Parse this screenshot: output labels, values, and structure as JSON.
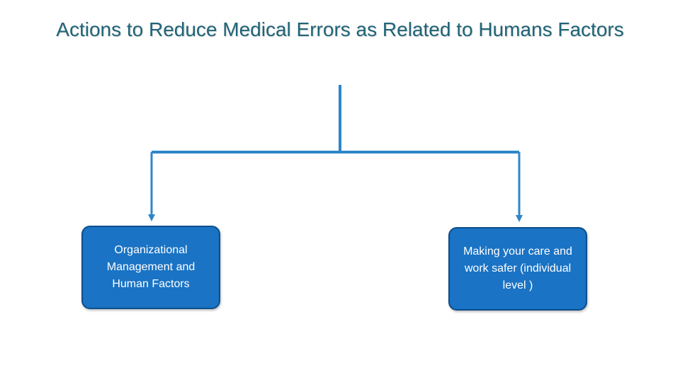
{
  "title": "Actions to Reduce Medical Errors as Related to Humans Factors",
  "nodes": [
    {
      "label": "Organizational Management and Human Factors"
    },
    {
      "label": "Making your care and work safer (individual level )"
    }
  ],
  "colors": {
    "title": "#1f6477",
    "connector": "#2f86c8",
    "box_fill": "#1a73c4",
    "box_border": "#0d4e8c",
    "box_text": "#ffffff"
  }
}
